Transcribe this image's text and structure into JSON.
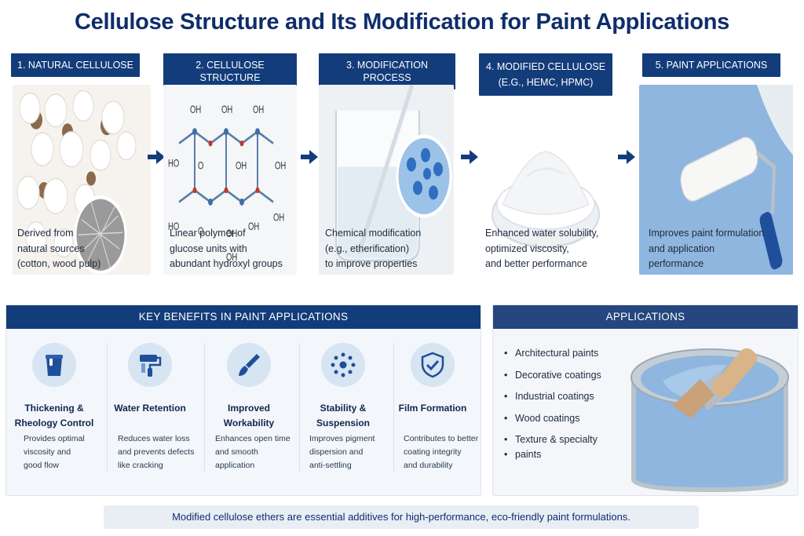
{
  "title": "Cellulose Structure and Its Modification for Paint Applications",
  "steps": [
    {
      "label": "1. NATURAL CELLULOSE",
      "desc": [
        "Derived from",
        "natural sources",
        "(cotton, wood pulp)"
      ]
    },
    {
      "label": "2. CELLULOSE STRUCTURE",
      "desc": [
        "Linear polymer of",
        "glucose units with",
        "abundant hydroxyl groups"
      ]
    },
    {
      "label": "3. MODIFICATION PROCESS",
      "desc": [
        "Chemical modification",
        "(e.g., etherification)",
        "to improve properties"
      ]
    },
    {
      "label_line1": "4. MODIFIED CELLULOSE",
      "label_line2": "(E.G., HEMC, HPMC)",
      "desc": [
        "Enhanced water solubility,",
        "optimized viscosity,",
        "and better performance"
      ]
    },
    {
      "label": "5. PAINT APPLICATIONS",
      "desc": [
        "Improves paint formulation",
        "and application",
        "performance"
      ]
    }
  ],
  "structure_labels": {
    "oh": "OH",
    "ho": "HO",
    "o": "O"
  },
  "benefits": {
    "heading": "KEY BENEFITS IN PAINT APPLICATIONS",
    "items": [
      {
        "icon": "paint-bucket-icon",
        "title": [
          "Thickening &",
          "Rheology Control"
        ],
        "desc": [
          "Provides optimal",
          "viscosity and",
          "good flow"
        ]
      },
      {
        "icon": "paint-roller-icon",
        "title": [
          "Water Retention",
          ""
        ],
        "desc": [
          "Reduces water loss",
          "and prevents defects",
          "like cracking"
        ]
      },
      {
        "icon": "paint-brush-icon",
        "title": [
          "Improved Workability",
          ""
        ],
        "desc": [
          "Enhances open time",
          "and smooth",
          "application"
        ]
      },
      {
        "icon": "particles-icon",
        "title": [
          "Stability & Suspension",
          ""
        ],
        "desc": [
          "Improves pigment",
          "dispersion and",
          "anti-settling"
        ]
      },
      {
        "icon": "shield-check-icon",
        "title": [
          "Film Formation",
          ""
        ],
        "desc": [
          "Contributes to better",
          "coating integrity",
          "and durability"
        ]
      }
    ]
  },
  "applications": {
    "heading": "APPLICATIONS",
    "items": [
      "Architectural paints",
      "Decorative coatings",
      "Industrial coatings",
      "Wood coatings",
      "Texture & specialty",
      "paints"
    ]
  },
  "footer": "Modified cellulose ethers are essential additives for high-performance, eco-friendly paint formulations.",
  "colors": {
    "navy": "#133c7a",
    "title": "#0f2d6b",
    "paint_blue": "#8fb6df"
  }
}
